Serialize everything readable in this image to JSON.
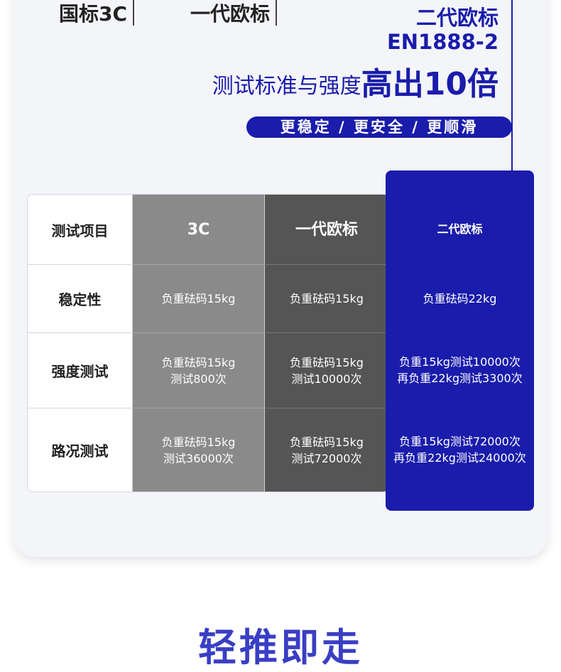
{
  "header": {
    "tab_gb": "国标3C",
    "tab_eu1": "一代欧标",
    "eu2_line1": "二代欧标",
    "eu2_line2": "EN1888-2",
    "headline_light": "测试标准与强度",
    "headline_bold": "高出10倍",
    "pill": "更稳定 / 更安全 / 更顺滑"
  },
  "table": {
    "columns": [
      "测试项目",
      "3C",
      "一代欧标",
      "二代欧标"
    ],
    "rows": [
      {
        "label": "稳定性",
        "c3": [
          "负重砝码15kg"
        ],
        "eu1": [
          "负重砝码15kg"
        ],
        "eu2": [
          "负重砝码22kg"
        ]
      },
      {
        "label": "强度测试",
        "c3": [
          "负重砝码15kg",
          "测试800次"
        ],
        "eu1": [
          "负重砝码15kg",
          "测试10000次"
        ],
        "eu2": [
          "负重15kg测试10000次",
          "再负重22kg测试3300次"
        ]
      },
      {
        "label": "路况测试",
        "c3": [
          "负重砝码15kg",
          "测试36000次"
        ],
        "eu1": [
          "负重砝码15kg",
          "测试72000次"
        ],
        "eu2": [
          "负重15kg测试72000次",
          "再负重22kg测试24000次"
        ]
      }
    ]
  },
  "footer": {
    "title": "轻推即走"
  },
  "colors": {
    "accent": "#1a1cab",
    "gray_3c": "#8a8a8a",
    "gray_eu1": "#555555",
    "footer": "#3a3ec4"
  }
}
